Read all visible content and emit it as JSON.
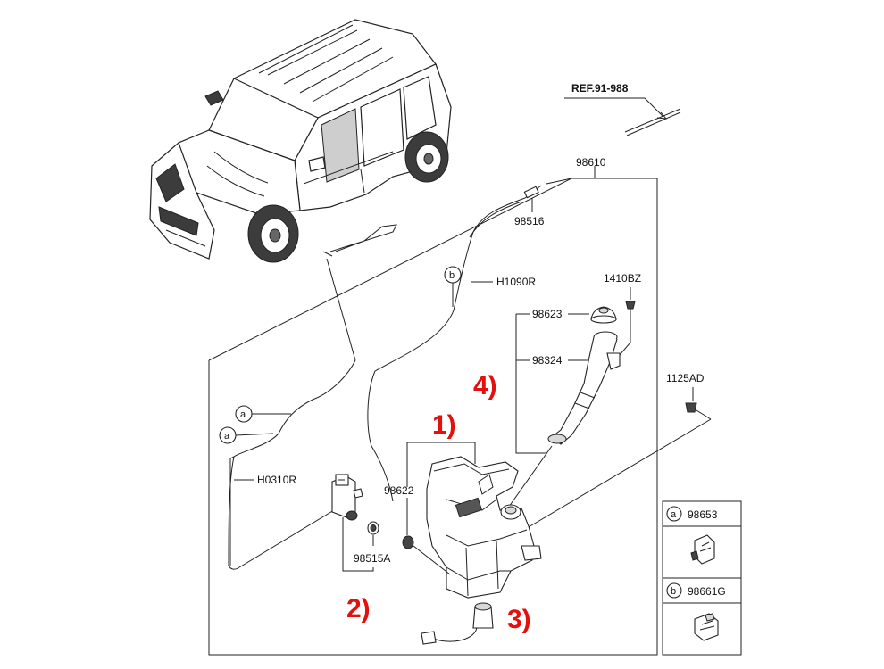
{
  "ref_label": "REF.91-988",
  "parts": {
    "p98610": "98610",
    "p98516": "98516",
    "h1090r": "H1090R",
    "p1410bz": "1410BZ",
    "p98623": "98623",
    "p98324": "98324",
    "p1125ad": "1125AD",
    "h0310r": "H0310R",
    "p98622": "98622",
    "p98515a": "98515A"
  },
  "markers": {
    "a": "a",
    "b": "b"
  },
  "callouts": {
    "c1": "1)",
    "c2": "2)",
    "c3": "3)",
    "c4": "4)"
  },
  "legend": {
    "row_a": {
      "marker": "a",
      "part": "98653"
    },
    "row_b": {
      "marker": "b",
      "part": "98661G"
    }
  },
  "colors": {
    "callout": "#e3100e",
    "lines": "#222222"
  }
}
